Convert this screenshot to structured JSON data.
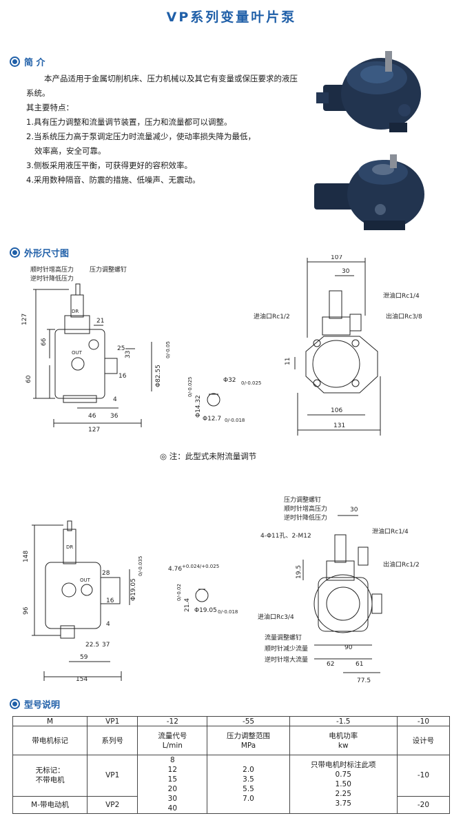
{
  "title": "VP系列变量叶片泵",
  "sections": {
    "intro": "简 介",
    "dimensions": "外形尺寸图",
    "model": "型号说明"
  },
  "intro": {
    "para": "本产品适用于金属切削机床、压力机械以及其它有变量或保压要求的液压系统。",
    "features_head": "其主要特点：",
    "f1": "1.具有压力调整和流量调节装置，压力和流量都可以调整。",
    "f2a": "2.当系统压力高于泵调定压力时流量减少，使动率损失降为最低，",
    "f2b": "效率高，安全可靠。",
    "f3": "3.侧板采用液压平衡，可获得更好的容积效率。",
    "f4": "4.采用数种隔音、防震的措施、低噪声、无震动。"
  },
  "note": "◎ 注：此型式未附流量调节",
  "d1": {
    "lbl_cw": "顺时针增高压力",
    "lbl_ccw": "逆时针降低压力",
    "lbl_screw": "压力调整螺钉",
    "dr": "DR",
    "out": "OUT",
    "v127": "127",
    "v66": "66",
    "v60": "60",
    "v21": "21",
    "v25": "25",
    "v33": "33",
    "v16": "16",
    "v4": "4",
    "v46": "46",
    "v36": "36",
    "vb127": "127",
    "phi82": "Φ82.55",
    "phi82tol": "0/-0.05",
    "phi32": "Φ32",
    "phi32tol": "0/-0.025",
    "phi14": "Φ14.32",
    "phi14tol": "0/-0.025",
    "phi12": "Φ12.7",
    "phi12tol": "0/-0.018",
    "v107": "107",
    "v30": "30",
    "drain": "泄油口Rc1/4",
    "inlet": "进油口Rc1/2",
    "outlet": "出油口Rc3/8",
    "v11": "11",
    "v106": "106",
    "v131": "131"
  },
  "d2": {
    "dr": "DR",
    "out": "OUT",
    "v148": "148",
    "v96": "96",
    "v28": "28",
    "v16": "16",
    "v4": "4",
    "v225": "22.5",
    "v37": "37",
    "v59": "59",
    "v154": "154",
    "phi": "Φ19.05",
    "phitol": "0/-0.035",
    "k476": "4.76",
    "k476tol": "+0.024/+0.025",
    "k214": "21.4",
    "k214tol": "0/-0.02",
    "phi1905": "Φ19.05",
    "phi1905tol": "0/-0.018",
    "screw": "压力调整螺钉",
    "cw": "顺时针增高压力",
    "ccw": "逆时针降低压力",
    "v30": "30",
    "holes": "4-Φ11孔、2-M12",
    "drain": "泄油口Rc1/4",
    "v195": "19.5",
    "outlet": "出油口Rc1/2",
    "inlet": "进油口Rc3/4",
    "flow_screw": "流量调整螺钉",
    "flow_cw": "顺时针减少流量",
    "flow_ccw": "逆时针增大流量",
    "v90": "90",
    "v62": "62",
    "v61": "61",
    "v775": "77.5"
  },
  "table": {
    "r0": [
      "M",
      "VP1",
      "-12",
      "-55",
      "-1.5",
      "-10"
    ],
    "h": {
      "c1": "带电机标记",
      "c2": "系列号",
      "c3a": "流量代号",
      "c3b": "L/min",
      "c4a": "压力调整范围",
      "c4b": "MPa",
      "c5a": "电机功率",
      "c5b": "kw",
      "c6": "设计号"
    },
    "r1": {
      "c1a": "无标记：",
      "c1b": "不带电机",
      "c2": "VP1"
    },
    "r2": {
      "c1": "M-带电动机",
      "c2": "VP2"
    },
    "flow": [
      "8",
      "12",
      "15",
      "20",
      "30",
      "40"
    ],
    "press": [
      "2.0",
      "3.5",
      "5.5",
      "7.0"
    ],
    "power_note": "只带电机时标注此项",
    "power": [
      "0.75",
      "1.50",
      "2.25",
      "3.75"
    ],
    "design": [
      "-10",
      "-20"
    ]
  }
}
